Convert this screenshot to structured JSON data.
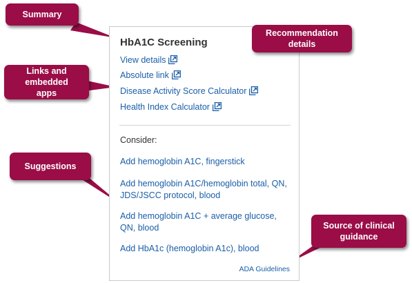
{
  "card": {
    "title": "HbA1C Screening",
    "links": [
      "View details",
      "Absolute link",
      "Disease Activity Score Calculator",
      "Health Index Calculator"
    ],
    "consider_label": "Consider:",
    "suggestions": [
      "Add hemoglobin A1C, fingerstick",
      "Add hemoglobin A1C/hemoglobin total, QN, JDS/JSCC protocol, blood",
      "Add hemoglobin A1C + average glucose, QN, blood",
      "Add HbA1c (hemoglobin A1c), blood"
    ],
    "source": "ADA Guidelines"
  },
  "callouts": {
    "summary": "Summary",
    "recommendation": "Recommendation details",
    "links": "Links and embedded apps",
    "suggestions": "Suggestions",
    "source": "Source of clinical guidance"
  },
  "colors": {
    "callout": "#9a0d47",
    "link": "#1a5ea8"
  },
  "icons": {
    "external": "external-link-icon"
  }
}
